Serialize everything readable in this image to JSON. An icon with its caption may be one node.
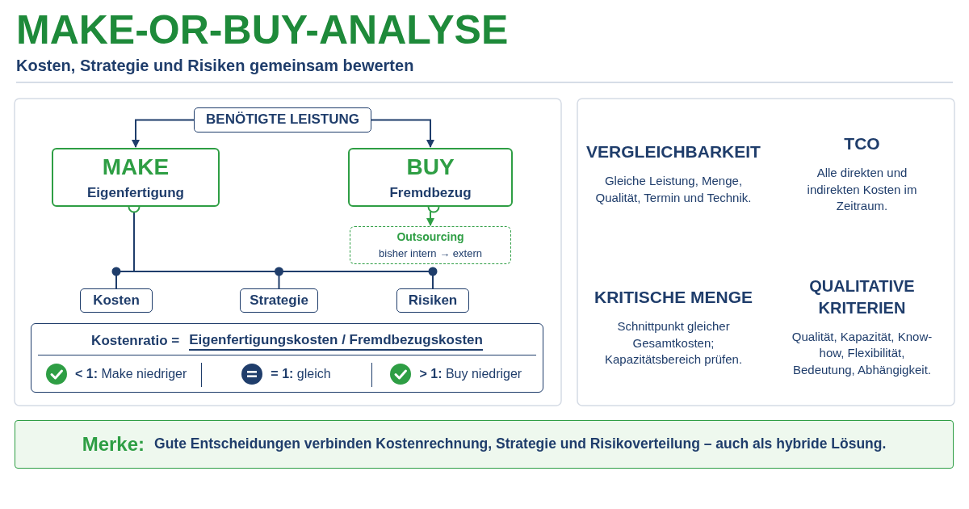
{
  "diagram": {
    "title": "MAKE-OR-BUY-ANALYSE",
    "nodes": [
      {
        "text": [
          "BENÖTIGTE LEISTUNG"
        ]
      },
      {
        "text": [
          "MAKE",
          "Eigenfertigung"
        ]
      },
      {
        "text": [
          "BUY",
          "Fremdbezug"
        ]
      },
      {
        "text": [
          "Outsourcing",
          "bisher intern → extern"
        ]
      },
      {
        "text": [
          "Kosten"
        ]
      },
      {
        "text": [
          "Strategie"
        ]
      },
      {
        "text": [
          "Risiken"
        ]
      },
      {
        "text": [
          "Kostenratio =",
          "Eigenfertigungskosten / Fremdbezugskosten",
          "**< 1:** Make niedriger",
          "**= 1:** gleich",
          "**> 1:** Buy niedriger"
        ]
      },
      {
        "text": [
          "VERGLEICHBARKEIT",
          "Gleiche Leistung, Menge, Qualität, Termin und Technik."
        ]
      },
      {
        "text": [
          "TCO",
          "Alle direkten und indirekten Kosten im Zeitraum."
        ]
      },
      {
        "text": [
          "KRITISCHE MENGE",
          "Schnittpunkt gleicher Gesamtkosten; Kapazitätsbereich prüfen."
        ]
      },
      {
        "text": [
          "QUALITATIVE KRITERIEN",
          "Qualität, Kapazität, Know-how, Flexibilität, Bedeutung, Abhängigkeit."
        ]
      },
      {
        "text": [
          "Merke:",
          "Gute Entscheidungen verbinden Kostenrechnung, Strategie und Risikoverteilung – auch als hybride Lösung."
        ]
      }
    ],
    "edges": [
      {
        "from": 0,
        "to": 1,
        "arrow": "to"
      },
      {
        "from": 0,
        "to": 2,
        "arrow": "to"
      },
      {
        "from": 2,
        "to": 3,
        "arrow": "to",
        "color": "#2e9e44"
      },
      {
        "from": 1,
        "to": 4,
        "arrow": "none"
      },
      {
        "from": 1,
        "to": 5,
        "arrow": "none"
      },
      {
        "from": 1,
        "to": 6,
        "arrow": "none"
      }
    ],
    "labels": [
      "Kosten, Strategie und Risiken gemeinsam bewerten"
    ]
  }
}
